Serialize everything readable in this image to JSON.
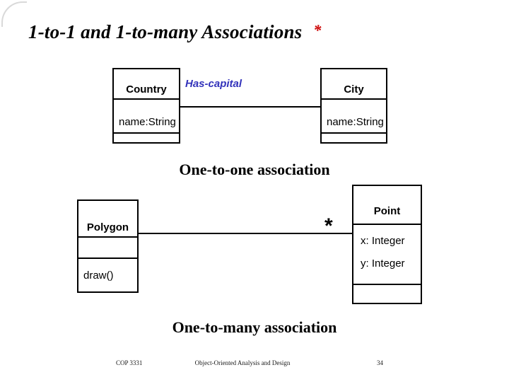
{
  "slide": {
    "title": "1-to-1 and 1-to-many Associations",
    "title_asterisk": "*",
    "asterisk_color": "#cc0000",
    "association_label_color": "#3333bb"
  },
  "diagram_one": {
    "caption": "One-to-one association",
    "association_label": "Has-capital",
    "left_class": {
      "name": "Country",
      "attributes": [
        "name:String"
      ]
    },
    "right_class": {
      "name": "City",
      "attributes": [
        "name:String"
      ]
    }
  },
  "diagram_many": {
    "caption": "One-to-many association",
    "multiplicity": "*",
    "left_class": {
      "name": "Polygon",
      "operations": [
        "draw()"
      ]
    },
    "right_class": {
      "name": "Point",
      "attributes": [
        "x: Integer",
        "y: Integer"
      ]
    }
  },
  "footer": {
    "course": "COP 3331",
    "center": "Object-Oriented Analysis and Design",
    "page": "34"
  }
}
